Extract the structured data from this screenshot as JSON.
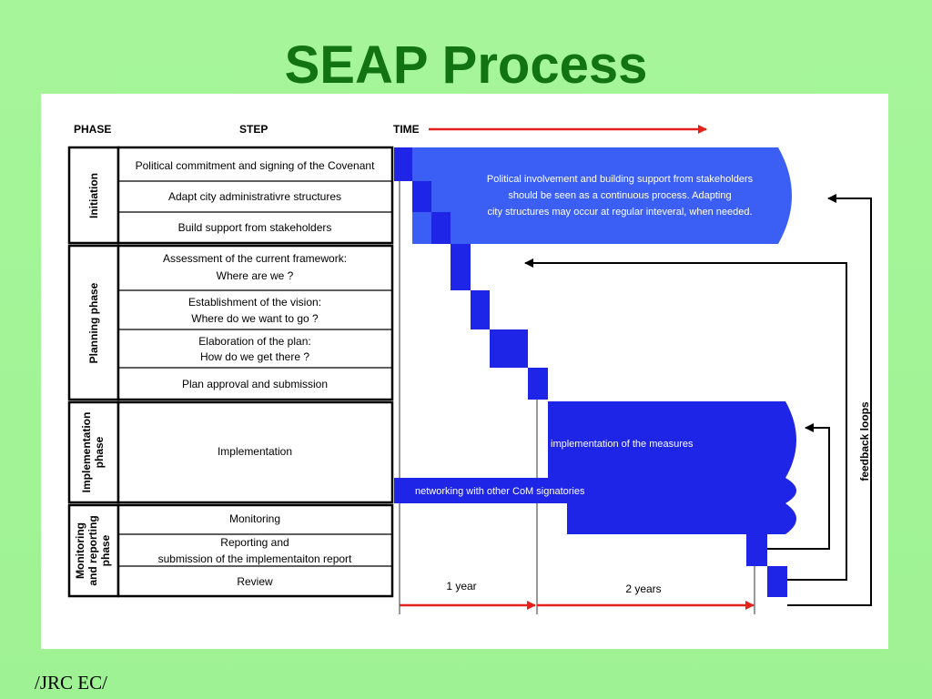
{
  "title": "SEAP Process",
  "footer": "/JRC EC/",
  "headers": {
    "phase": "PHASE",
    "step": "STEP",
    "time": "TIME"
  },
  "phases": [
    {
      "label": "Initiation"
    },
    {
      "label": "Planning phase"
    },
    {
      "label_lines": [
        "Implementation",
        "phase"
      ]
    },
    {
      "label_lines": [
        "Monitoring",
        "and reporting",
        "phase"
      ]
    }
  ],
  "steps": [
    {
      "lines": [
        "Political commitment and signing of the Covenant"
      ]
    },
    {
      "lines": [
        "Adapt city administrativre structures"
      ]
    },
    {
      "lines": [
        "Build support from stakeholders"
      ]
    },
    {
      "lines": [
        "Assessment of the current framework:",
        "Where are we ?"
      ]
    },
    {
      "lines": [
        "Establishment of the vision:",
        "Where do we want to go ?"
      ]
    },
    {
      "lines": [
        "Elaboration of the plan:",
        "How do we get there ?"
      ]
    },
    {
      "lines": [
        "Plan approval and submission"
      ]
    },
    {
      "lines": [
        "Implementation"
      ]
    },
    {
      "lines": [
        "Monitoring"
      ]
    },
    {
      "lines": [
        "Reporting and",
        "submission of the implementaiton report"
      ]
    },
    {
      "lines": [
        "Review"
      ]
    }
  ],
  "bars": {
    "political": [
      "Political involvement and building support from stakeholders",
      "should be seen as a continuous process. Adapting",
      "city structures may occur at regular inteveral, when needed."
    ],
    "implementation": "implementation of the measures",
    "networking": "networking with other CoM signatories"
  },
  "time_labels": {
    "year1": "1 year",
    "years2": "2 years"
  },
  "feedback_label": "feedback loops",
  "colors": {
    "bar_blue": "#1e25e6",
    "light_blue": "#3b5ff5",
    "arrow_red": "#e3201b",
    "title_green": "#127312",
    "background": "#a6f59a"
  }
}
